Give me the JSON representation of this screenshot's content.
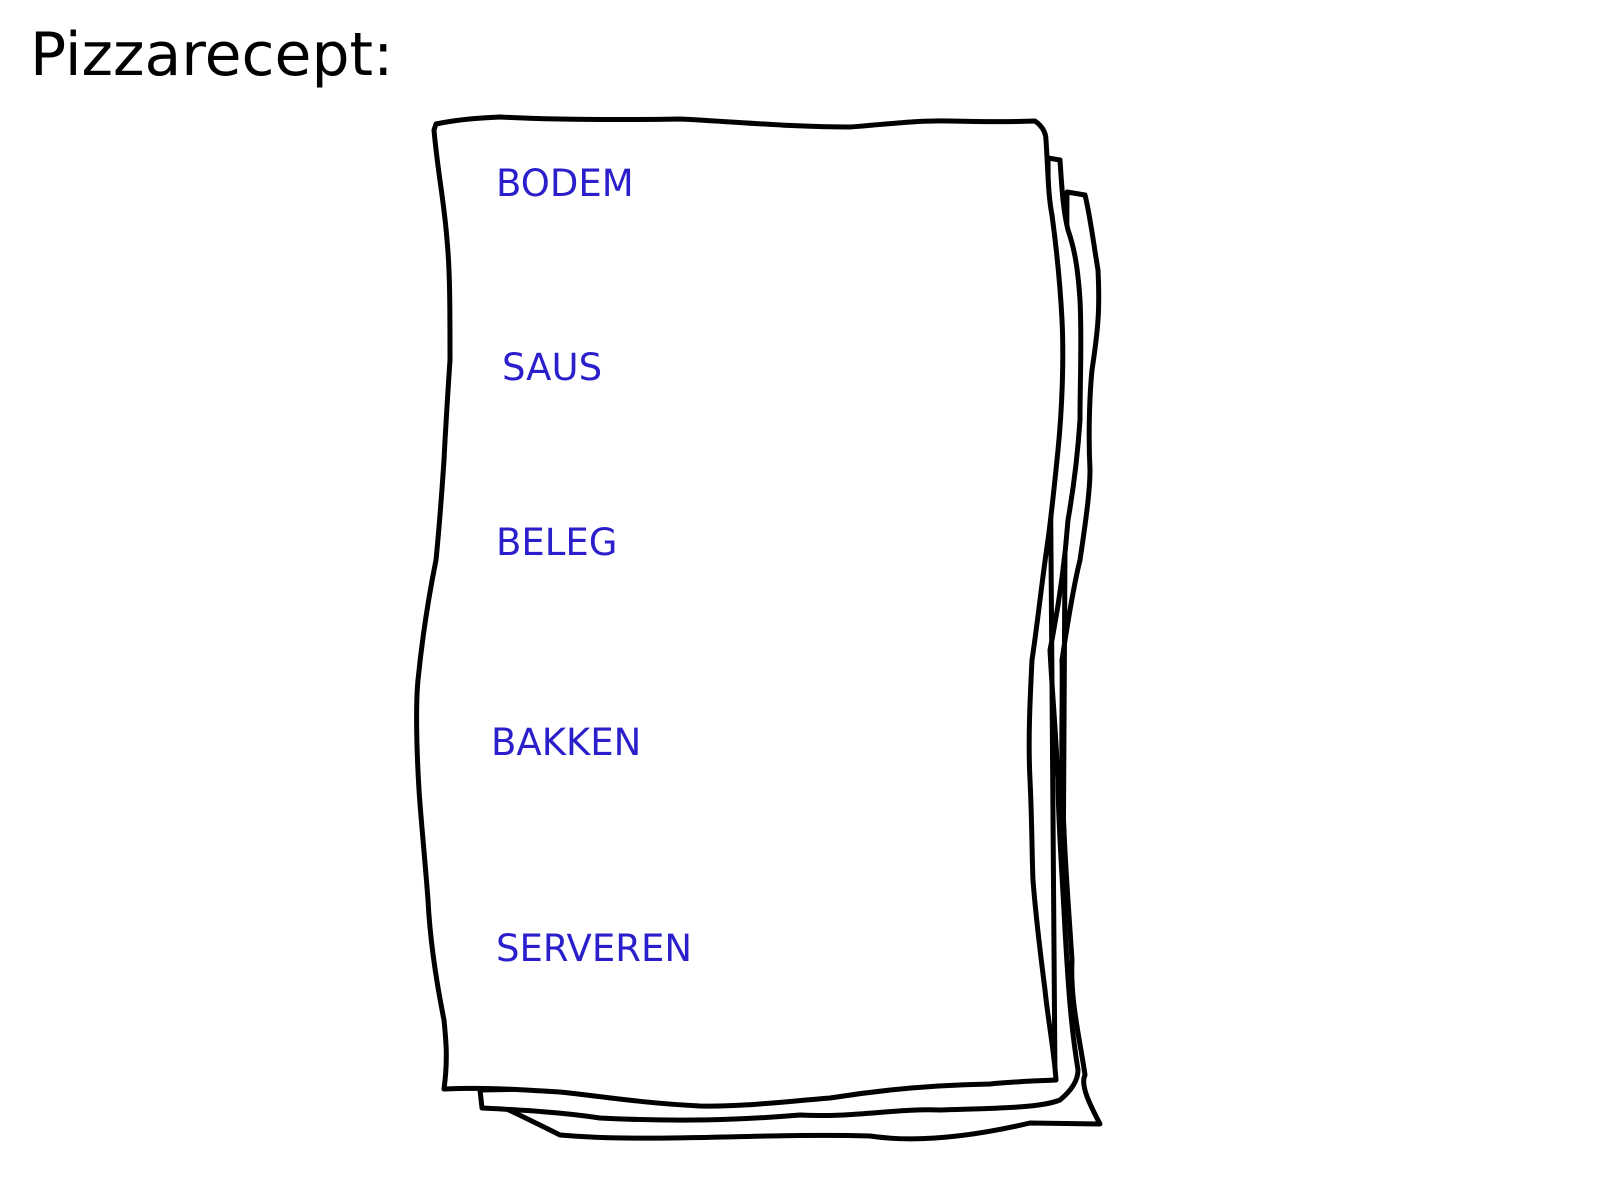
{
  "title": "Pizzarecept:",
  "steps": [
    {
      "label": "BODEM"
    },
    {
      "label": "SAUS"
    },
    {
      "label": "BELEG"
    },
    {
      "label": "BAKKEN"
    },
    {
      "label": "SERVEREN"
    }
  ],
  "colors": {
    "title": "#000000",
    "step_label": "#2b1fcc",
    "outline": "#000000",
    "paper": "#ffffff"
  }
}
